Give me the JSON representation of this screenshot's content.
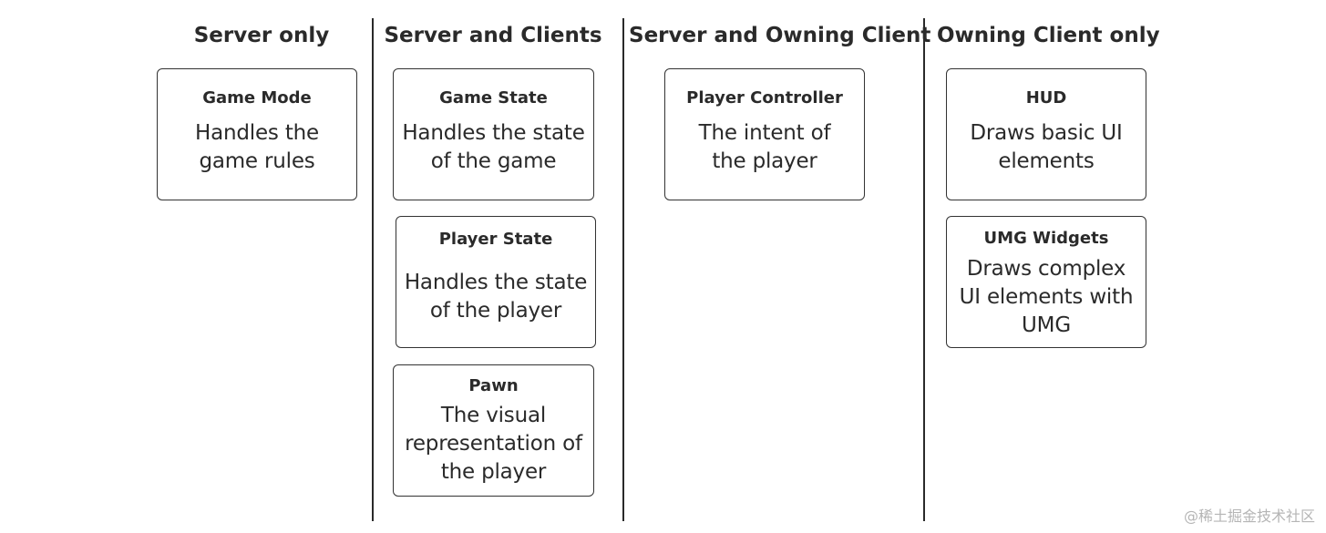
{
  "columns": [
    {
      "heading": "Server only",
      "cards": [
        {
          "title": "Game Mode",
          "description": "Handles the\ngame rules"
        }
      ]
    },
    {
      "heading": "Server and Clients",
      "cards": [
        {
          "title": "Game State",
          "description": "Handles the state\nof the game"
        },
        {
          "title": "Player State",
          "description": "Handles the state\nof the player"
        },
        {
          "title": "Pawn",
          "description": "The visual\nrepresentation of\nthe player"
        }
      ]
    },
    {
      "heading": "Server and Owning Client",
      "cards": [
        {
          "title": "Player Controller",
          "description": "The intent of\nthe player"
        }
      ]
    },
    {
      "heading": "Owning Client only",
      "cards": [
        {
          "title": "HUD",
          "description": "Draws basic UI\nelements"
        },
        {
          "title": "UMG Widgets",
          "description": "Draws complex\nUI elements with\nUMG"
        }
      ]
    }
  ],
  "watermark": "@稀土掘金技术社区"
}
